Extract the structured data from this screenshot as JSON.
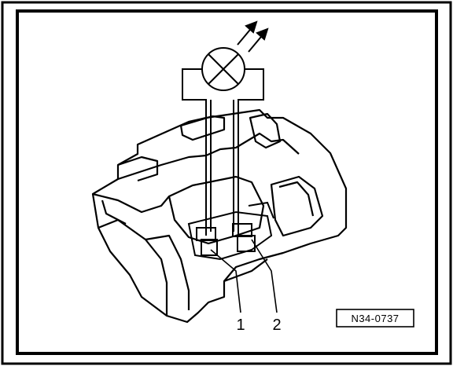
{
  "figure": {
    "callouts": [
      {
        "label": "1"
      },
      {
        "label": "2"
      }
    ],
    "reference_code": "N34-0737"
  }
}
